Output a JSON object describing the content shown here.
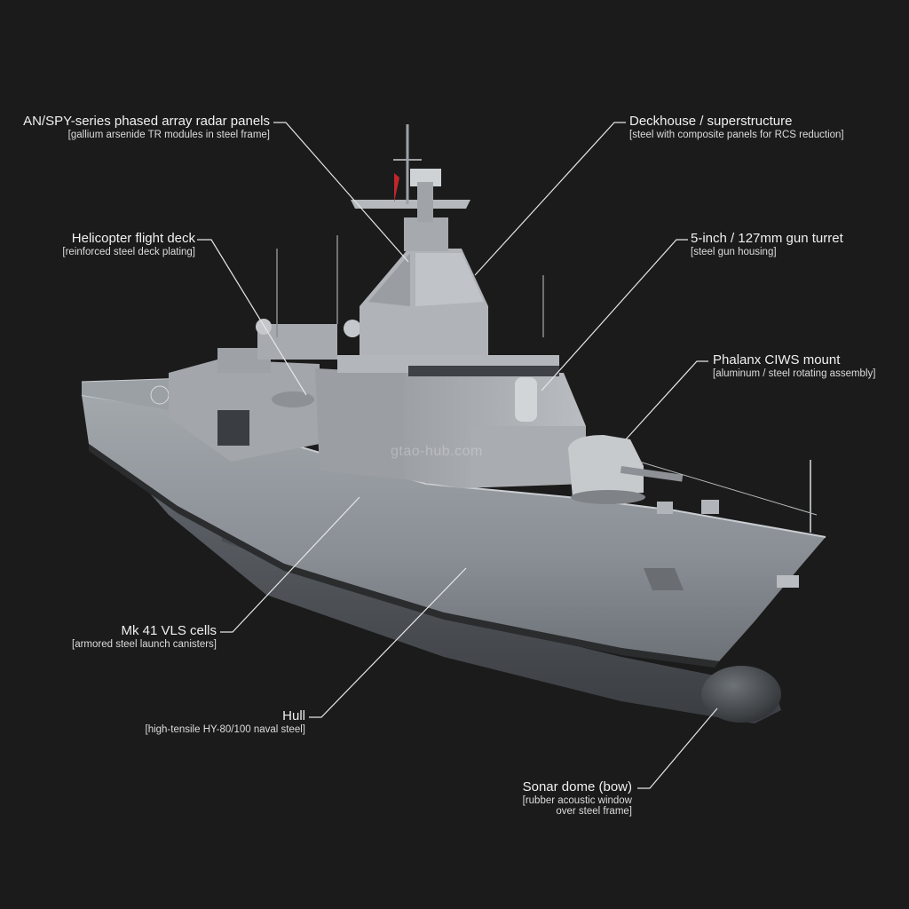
{
  "colors": {
    "background": "#1b1b1b",
    "hull": "#8e9399",
    "hull_dark": "#5b6066",
    "superstructure": "#a9adb2",
    "boot_top": "#2a2c2e",
    "leader_line": "#e6e6e6",
    "flag": "#c0262b"
  },
  "watermark": "gtao-hub.com",
  "callouts": [
    {
      "id": "radar",
      "title": "AN/SPY-series phased array radar panels",
      "subtitle": "[gallium arsenide TR modules in steel frame]",
      "side": "left"
    },
    {
      "id": "deckhouse",
      "title": "Deckhouse / superstructure",
      "subtitle": "[steel with composite panels for RCS reduction]",
      "side": "right"
    },
    {
      "id": "heli",
      "title": "Helicopter flight deck",
      "subtitle": "[reinforced steel deck plating]",
      "side": "left"
    },
    {
      "id": "gun",
      "title": "5-inch / 127mm gun turret",
      "subtitle": "[steel gun housing]",
      "side": "right"
    },
    {
      "id": "ciws",
      "title": "Phalanx CIWS mount",
      "subtitle": "[aluminum / steel rotating assembly]",
      "side": "right"
    },
    {
      "id": "vls",
      "title": "Mk 41 VLS cells",
      "subtitle": "[armored steel launch canisters]",
      "side": "left"
    },
    {
      "id": "hull",
      "title": "Hull",
      "subtitle": "[high-tensile HY-80/100 naval steel]",
      "side": "left"
    },
    {
      "id": "sonar",
      "title": "Sonar dome (bow)",
      "subtitle": "[rubber acoustic window\n over steel frame]",
      "side": "left"
    }
  ]
}
